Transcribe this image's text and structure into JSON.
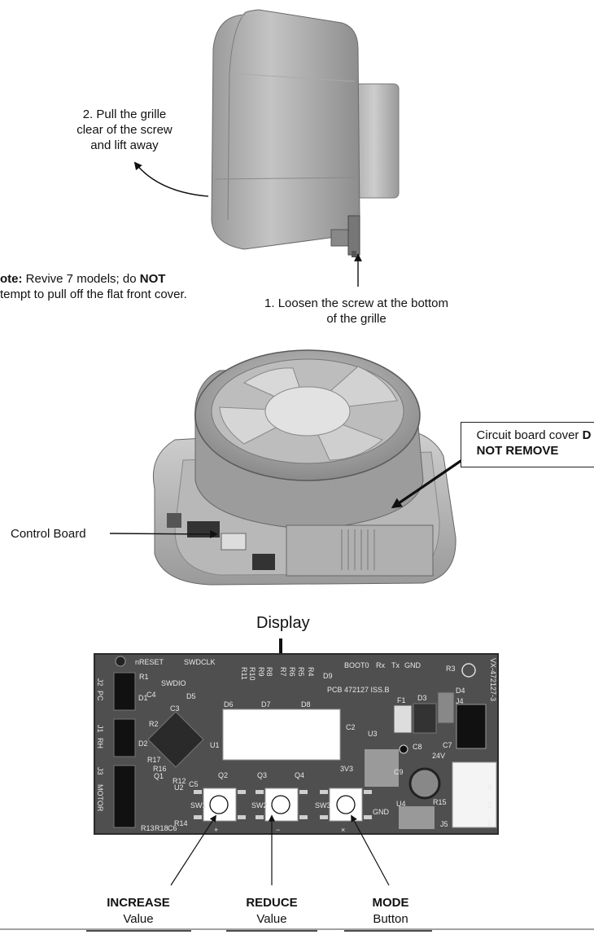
{
  "grille_step2": [
    "2. Pull the grille",
    "clear of the screw",
    "and lift away"
  ],
  "note": {
    "bold_prefix": "ote:",
    "line1": " Revive 7 models; do ",
    "bold_not": "NOT",
    "line2": "tempt to pull off the flat front cover."
  },
  "grille_step1": [
    "1. Loosen the screw at the bottom",
    "of the grille"
  ],
  "control_board_label": "Control Board",
  "circuit_cover": {
    "line1": "Circuit board cover ",
    "bold_d": "D",
    "line2": "NOT REMOVE"
  },
  "display_label": "Display",
  "pcb": {
    "labels": [
      "nRESET",
      "SWDCLK",
      "SWDIO",
      "BOOT0",
      "Rx",
      "Tx",
      "GND",
      "PCB 472127 ISS.B",
      "R3",
      "D9",
      "J4",
      "D4",
      "D3",
      "F1",
      "C2",
      "U3",
      "C7",
      "C8",
      "24V",
      "C9",
      "R15",
      "J5",
      "U4",
      "GND",
      "3V3",
      "Q2",
      "Q3",
      "Q4",
      "SW1",
      "SW2",
      "SW3",
      "D6",
      "D7",
      "D8",
      "U1",
      "U2",
      "C5",
      "R12",
      "R14",
      "R13",
      "R18",
      "C6",
      "D1",
      "D2",
      "C3",
      "C4",
      "R1",
      "R2",
      "D5",
      "R16",
      "Q1",
      "R17",
      "J2",
      "PC",
      "J1",
      "RH",
      "J3",
      "MOTOR",
      "R11",
      "R10",
      "R9",
      "R8",
      "R7",
      "R6",
      "R5",
      "R4",
      "3",
      "2",
      "1",
      "VX-472127-3"
    ],
    "button_marks": [
      "+",
      "−",
      "×"
    ]
  },
  "buttons": [
    {
      "title": "INCREASE",
      "sub": "Value"
    },
    {
      "title": "REDUCE",
      "sub": "Value"
    },
    {
      "title": "MODE",
      "sub": "Button"
    }
  ]
}
